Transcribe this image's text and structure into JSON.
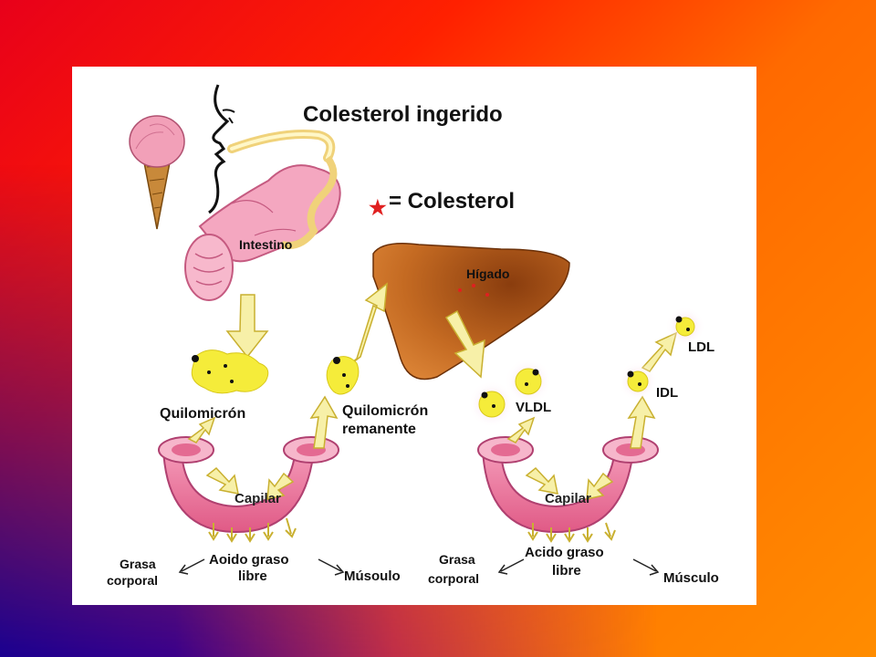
{
  "diagram": {
    "title": "Colesterol ingerido",
    "legend_symbol": "★",
    "legend_label": "= Colesterol",
    "labels": {
      "intestine": "Intestino",
      "liver": "Hígado",
      "chylomicron": "Quilomicrón",
      "remnant_line1": "Quilomicrón",
      "remnant_line2": "remanente",
      "vldl": "VLDL",
      "idl": "IDL",
      "ldl": "LDL",
      "capillary_left": "Capilar",
      "capillary_right": "Capilar",
      "fatty_acid_left_1": "Aoido graso",
      "fatty_acid_left_2": "libre",
      "fatty_acid_right_1": "Acido graso",
      "fatty_acid_right_2": "libre",
      "fat_left_1": "Grasa",
      "fat_left_2": "corporal",
      "fat_right_1": "Grasa",
      "fat_right_2": "corporal",
      "muscle_left": "Músoulo",
      "muscle_right": "Músculo"
    },
    "colors": {
      "lipoprotein": "#f5ec3a",
      "arrow": "#f7f0a8",
      "intestine": "#f4a7c0",
      "liver": "#b5651d",
      "capillary": "#ee8aa8",
      "star": "#e02020"
    }
  }
}
